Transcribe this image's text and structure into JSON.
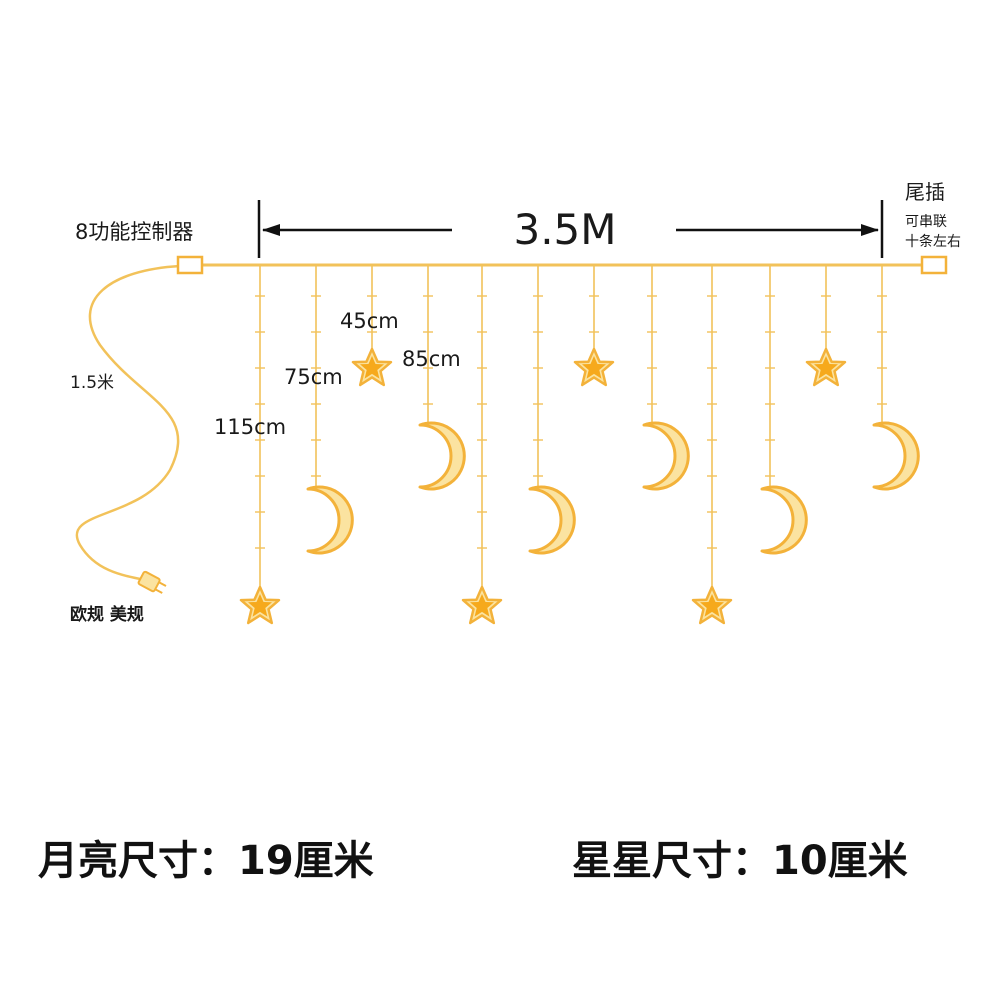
{
  "diagram": {
    "total_length_label": "3.5M",
    "controller_label": "8功能控制器",
    "tail_plug_label": "尾插",
    "tail_plug_note_line1": "可串联",
    "tail_plug_note_line2": "十条左右",
    "cord_length_label": "1.5米",
    "plug_type_label": "欧规 美规",
    "drop_labels": [
      "45cm",
      "75cm",
      "85cm",
      "115cm"
    ],
    "pendants": [
      "star",
      "moon",
      "star",
      "moon",
      "star",
      "moon",
      "star",
      "moon",
      "star",
      "moon",
      "star",
      "moon"
    ],
    "colors": {
      "wire": "#f2c25a",
      "ornament_stroke": "#f3b23a",
      "ornament_fill": "#fbe3a0",
      "star_fill": "#f6a91c",
      "dim_line": "#111111"
    }
  },
  "captions": {
    "moon_size": "月亮尺寸：19厘米",
    "star_size": "星星尺寸：10厘米"
  }
}
